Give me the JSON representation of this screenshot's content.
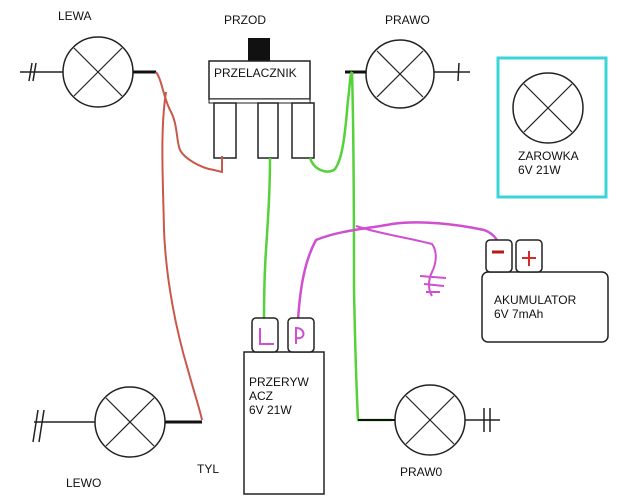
{
  "labels": {
    "front_left": "LEWA",
    "front": "PRZOD",
    "switch": "PRZELACZNIK",
    "front_right": "PRAWO",
    "legend_bulb_1": "ZAROWKA",
    "legend_bulb_2": "6V 21W",
    "battery_1": "AKUMULATOR",
    "battery_2": "6V 7mAh",
    "flasher_1": "PRZERYW",
    "flasher_2": "ACZ",
    "flasher_3": "6V 21W",
    "rear_left": "LEWO",
    "rear": "TYL",
    "rear_right": "PRAW0"
  },
  "colors": {
    "wire_red": "#c8584a",
    "wire_green": "#55d13a",
    "wire_magenta": "#d04fd0",
    "legend_frame": "#38d6d9",
    "outline": "#222222",
    "battery_plus": "#d22b2b",
    "battery_minus": "#b31b1b"
  }
}
